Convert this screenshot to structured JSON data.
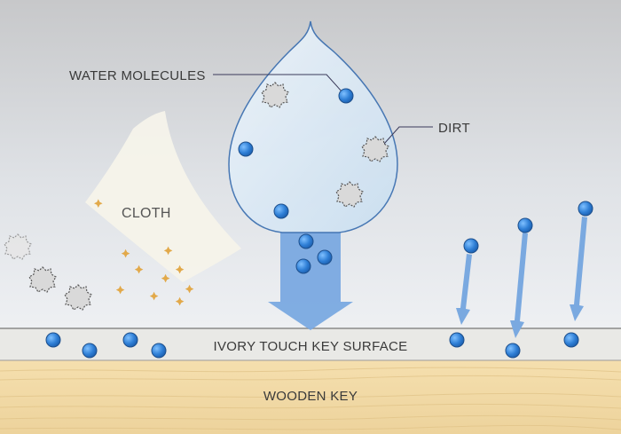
{
  "labels": {
    "water_molecules": "WATER MOLECULES",
    "dirt": "DIRT",
    "cloth": "CLOTH",
    "surface": "IVORY TOUCH KEY SURFACE",
    "wooden_key": "WOODEN KEY"
  },
  "colors": {
    "background_top": "#c9c9c9",
    "background_bottom": "#eef0f3",
    "drop_fill": "#dbeaf5",
    "drop_stroke": "#3b6fb0",
    "molecule": "#2f7fd6",
    "arrow": "#7aa9e0",
    "surface": "#e9e9e6",
    "wood": "#f1d9a6",
    "cloth": "#f6f3ea",
    "sparkle": "#e2a94a"
  },
  "icons": [
    "water-molecule-icon",
    "dirt-particle-icon",
    "sparkle-icon",
    "down-arrow-icon"
  ]
}
